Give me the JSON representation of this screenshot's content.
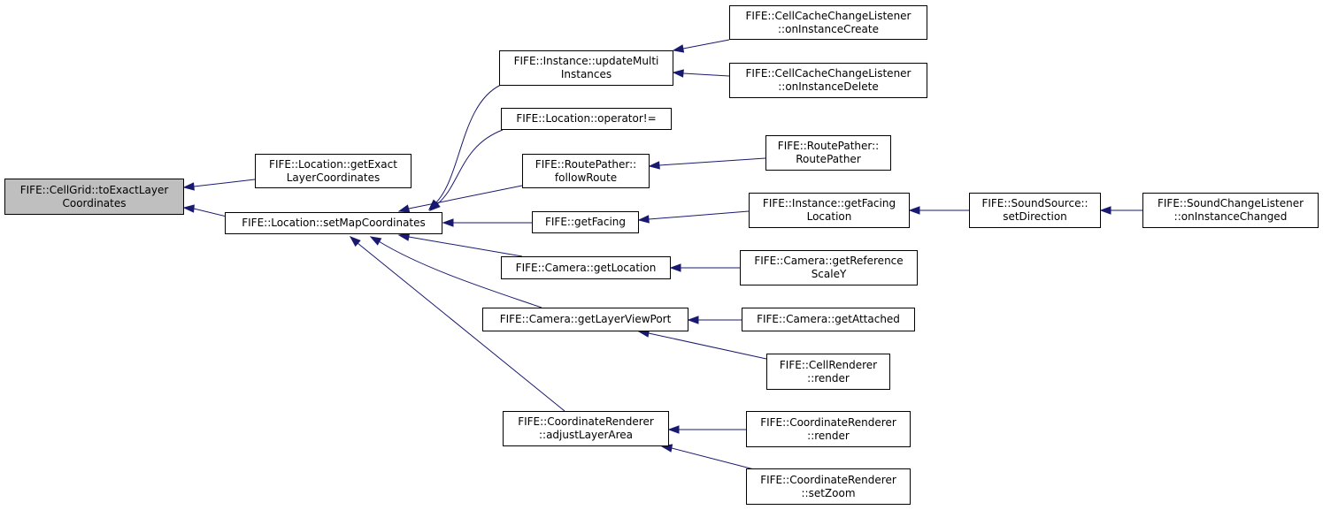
{
  "colors": {
    "edge": "#191970",
    "root_fill": "#bfbfbf",
    "node_fill": "#ffffff",
    "border": "#000000"
  },
  "nodes": {
    "root": {
      "lines": [
        "FIFE::CellGrid::toExactLayer",
        "Coordinates"
      ]
    },
    "getExact": {
      "lines": [
        "FIFE::Location::getExact",
        "LayerCoordinates"
      ]
    },
    "setMap": {
      "lines": [
        "FIFE::Location::setMapCoordinates"
      ]
    },
    "updMulti": {
      "lines": [
        "FIFE::Instance::updateMulti",
        "Instances"
      ]
    },
    "opNe": {
      "lines": [
        "FIFE::Location::operator!="
      ]
    },
    "follow": {
      "lines": [
        "FIFE::RoutePather::",
        "followRoute"
      ]
    },
    "getFacing": {
      "lines": [
        "FIFE::getFacing"
      ]
    },
    "camLoc": {
      "lines": [
        "FIFE::Camera::getLocation"
      ]
    },
    "camLVP": {
      "lines": [
        "FIFE::Camera::getLayerViewPort"
      ]
    },
    "coordAdj": {
      "lines": [
        "FIFE::CoordinateRenderer",
        "::adjustLayerArea"
      ]
    },
    "cccCreate": {
      "lines": [
        "FIFE::CellCacheChangeListener",
        "::onInstanceCreate"
      ]
    },
    "cccDelete": {
      "lines": [
        "FIFE::CellCacheChangeListener",
        "::onInstanceDelete"
      ]
    },
    "rpCtor": {
      "lines": [
        "FIFE::RoutePather::",
        "RoutePather"
      ]
    },
    "instFacing": {
      "lines": [
        "FIFE::Instance::getFacing",
        "Location"
      ]
    },
    "refScale": {
      "lines": [
        "FIFE::Camera::getReference",
        "ScaleY"
      ]
    },
    "attached": {
      "lines": [
        "FIFE::Camera::getAttached"
      ]
    },
    "cellRender": {
      "lines": [
        "FIFE::CellRenderer",
        "::render"
      ]
    },
    "coordRender": {
      "lines": [
        "FIFE::CoordinateRenderer",
        "::render"
      ]
    },
    "coordZoom": {
      "lines": [
        "FIFE::CoordinateRenderer",
        "::setZoom"
      ]
    },
    "soundDir": {
      "lines": [
        "FIFE::SoundSource::",
        "setDirection"
      ]
    },
    "soundChg": {
      "lines": [
        "FIFE::SoundChangeListener",
        "::onInstanceChanged"
      ]
    }
  }
}
